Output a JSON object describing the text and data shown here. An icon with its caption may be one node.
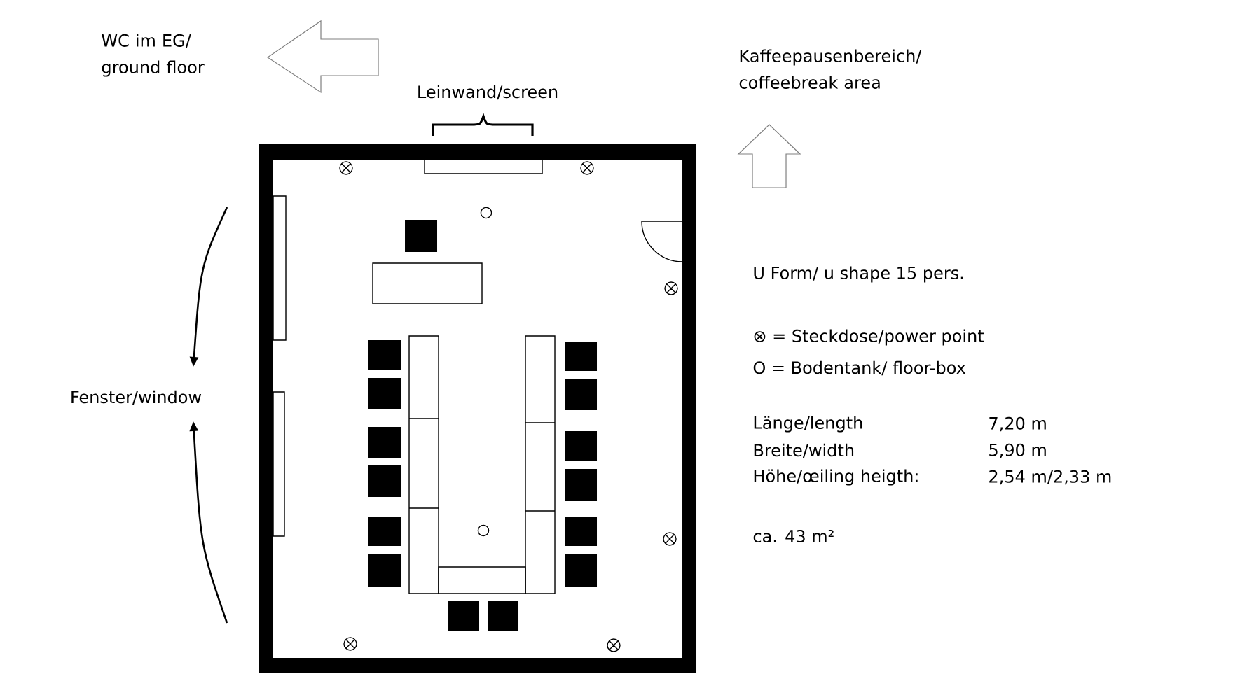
{
  "diagram": {
    "labels": [
      "WC im EG/ ground floor",
      "Kaffeepausenbereich/ coffeebreak area",
      "Leinwand/screen",
      "Fenster/window",
      "U Form/ u shape 15 pers.",
      "⊗ = Steckdose/power point",
      "O = Bodentank/ floor-box",
      "Länge/length",
      "7,20 m",
      "Breite/width",
      "5,90 m",
      "Höhe/œiling heigth:",
      "2,54 m/2,33 m",
      "ca. 43 m²"
    ]
  }
}
